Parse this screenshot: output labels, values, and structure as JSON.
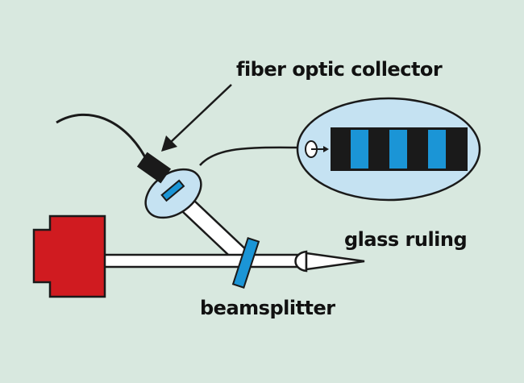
{
  "labels": {
    "fiber_optic_collector": "fiber optic collector",
    "glass_ruling": "glass ruling",
    "beamsplitter": "beamsplitter"
  },
  "colors": {
    "background": "#d8e8df",
    "laser": "#d01b20",
    "optic_fill": "#c5e2f2",
    "optic_blue": "#1b95d6",
    "outline": "#1a1a1a",
    "beam_fill": "#ffffff"
  }
}
